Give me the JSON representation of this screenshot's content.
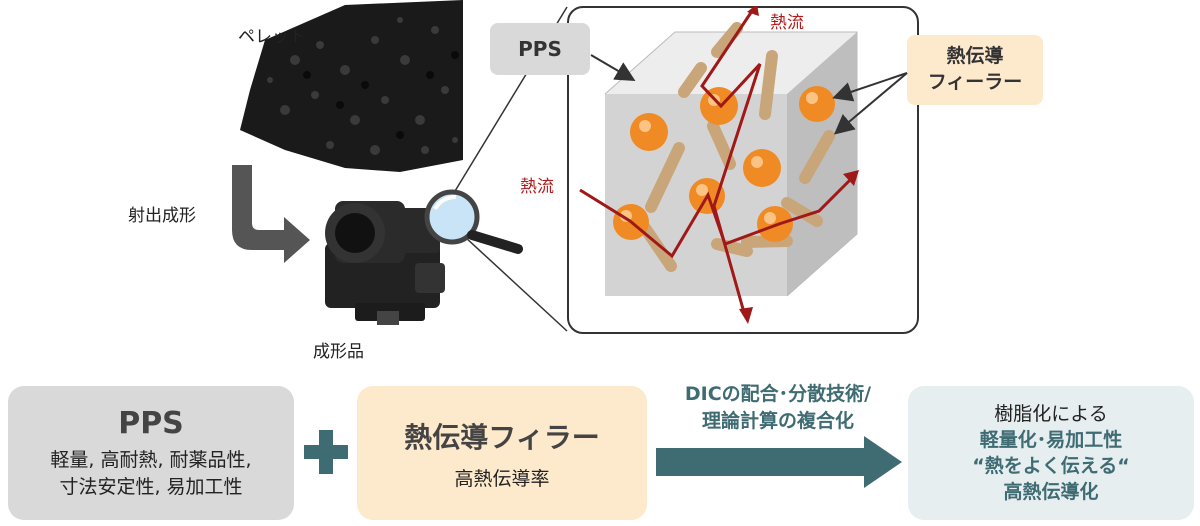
{
  "top": {
    "pellet_label": "ペレット",
    "molding_label": "射出成形",
    "product_label": "成形品",
    "heat_flow_top": "熱流",
    "heat_flow_left": "熱流",
    "pps_tag": "PPS",
    "filler_tag_line1": "熱伝導",
    "filler_tag_line2": "フィーラー"
  },
  "bottom": {
    "pps_title": "PPS",
    "pps_desc_line1": "軽量, 高耐熱, 耐薬品性,",
    "pps_desc_line2": "寸法安定性, 易加工性",
    "filler_title": "熱伝導フィラー",
    "filler_desc": "高熱伝導率",
    "tech_line1": "DICの配合･分散技術/",
    "tech_line2": "理論計算の複合化",
    "result_line1": "樹脂化による",
    "result_line2": "軽量化･易加工性",
    "result_line3": "“熱をよく伝える“",
    "result_line4": "高熱伝導化"
  },
  "colors": {
    "heat_flow": "#a01818",
    "teal": "#3f6b73",
    "pps_gray": "#d9d9d9",
    "filler_peach": "#fde9cc",
    "result_bg": "#e6eef0",
    "sphere": "#f08a24",
    "fiber": "#d6b48a"
  }
}
